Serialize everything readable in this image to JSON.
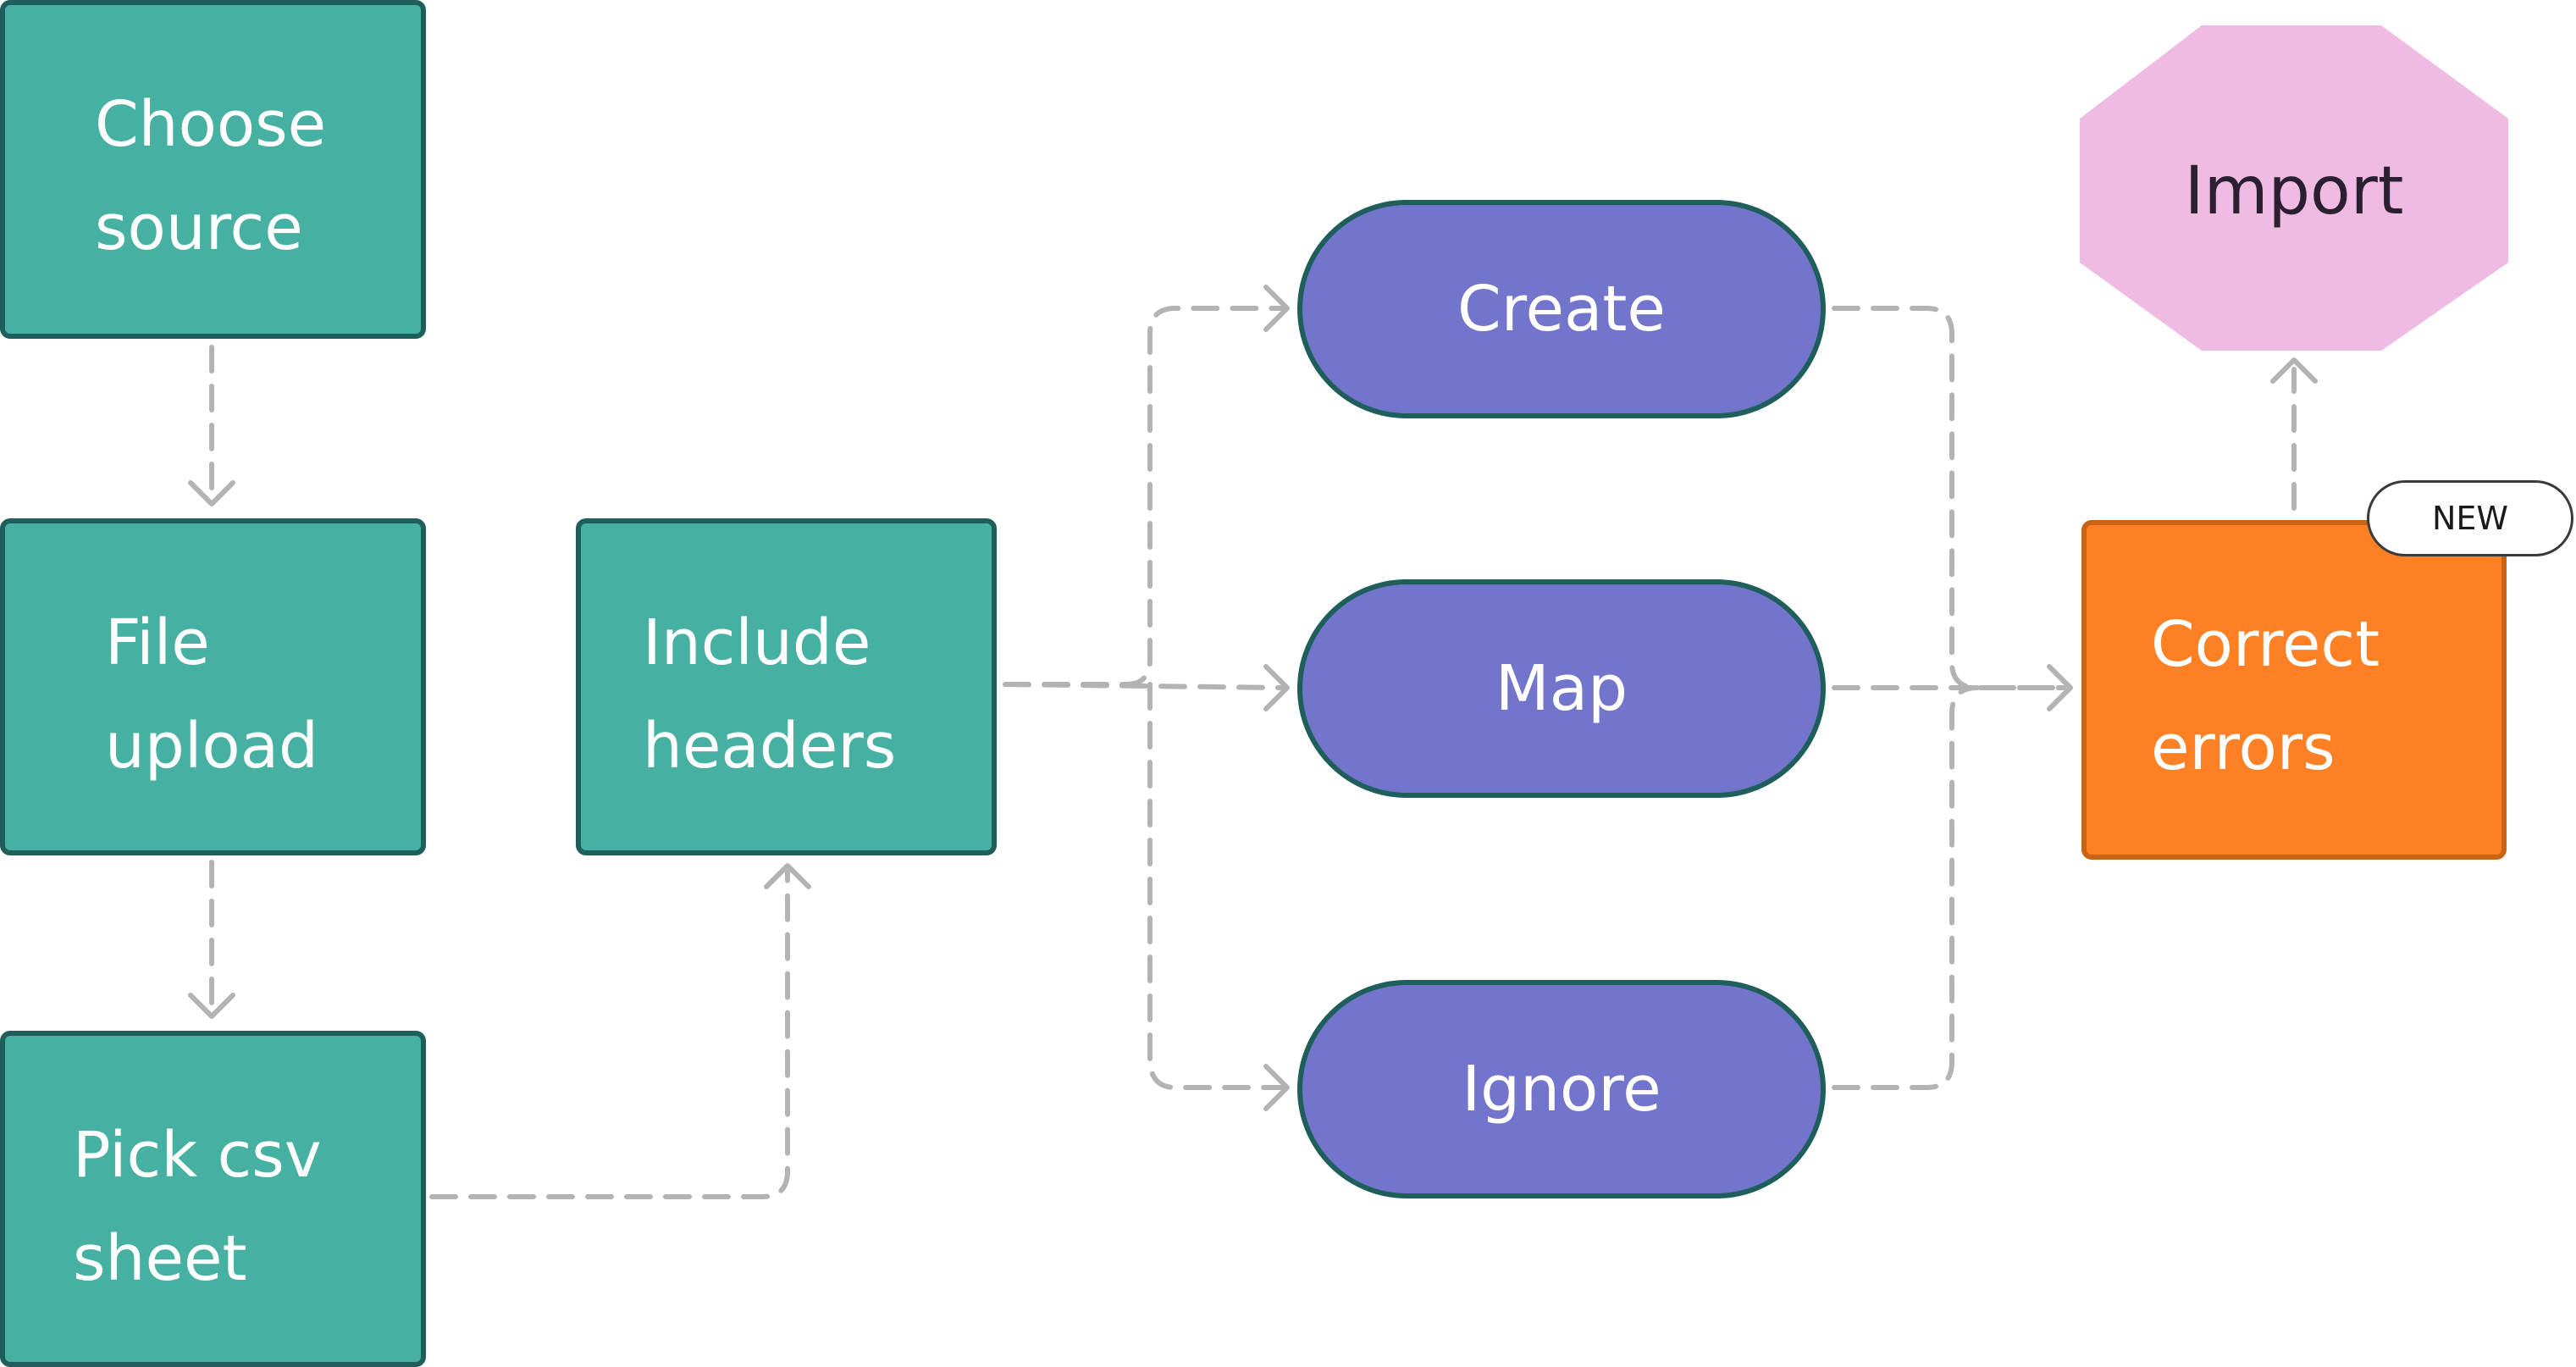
{
  "nodes": {
    "choose_source": {
      "label": "Choose\nsource"
    },
    "file_upload": {
      "label": "File\nupload"
    },
    "pick_csv_sheet": {
      "label": "Pick csv\nsheet"
    },
    "include_headers": {
      "label": "Include\nheaders"
    },
    "create": {
      "label": "Create"
    },
    "map": {
      "label": "Map"
    },
    "ignore": {
      "label": "Ignore"
    },
    "correct_errors": {
      "label": "Correct\nerrors",
      "badge": "NEW"
    },
    "import": {
      "label": "Import"
    }
  },
  "edges": [
    {
      "from": "choose_source",
      "to": "file_upload"
    },
    {
      "from": "file_upload",
      "to": "pick_csv_sheet"
    },
    {
      "from": "pick_csv_sheet",
      "to": "include_headers"
    },
    {
      "from": "include_headers",
      "to": "create"
    },
    {
      "from": "include_headers",
      "to": "map"
    },
    {
      "from": "include_headers",
      "to": "ignore"
    },
    {
      "from": "create",
      "to": "correct_errors"
    },
    {
      "from": "map",
      "to": "correct_errors"
    },
    {
      "from": "ignore",
      "to": "correct_errors"
    },
    {
      "from": "correct_errors",
      "to": "import"
    }
  ],
  "colors": {
    "process_fill": "#46b1a2",
    "process_border": "#1f5f5b",
    "option_fill": "#7375cd",
    "correct_fill": "#fd8124",
    "import_fill": "#efbbe2",
    "connector": "#b3b3b3"
  }
}
